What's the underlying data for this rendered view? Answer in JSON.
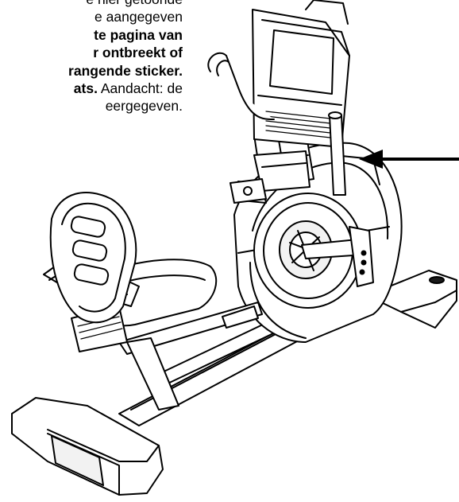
{
  "instructions": {
    "lines": [
      {
        "plain_before": "e hier getoonde",
        "bold": "",
        "plain_after": ""
      },
      {
        "plain_before": "e aangegeven",
        "bold": "",
        "plain_after": ""
      },
      {
        "plain_before": "",
        "bold": "te pagina van",
        "plain_after": ""
      },
      {
        "plain_before": "",
        "bold": "r ontbreekt of",
        "plain_after": ""
      },
      {
        "plain_before": "",
        "bold": "rangende sticker.",
        "plain_after": ""
      },
      {
        "plain_before": "",
        "bold": "ats.",
        "plain_after": " Aandacht: de"
      },
      {
        "plain_before": "eergegeven.",
        "bold": "",
        "plain_after": ""
      }
    ]
  },
  "colors": {
    "ink": "#000000",
    "paper": "#ffffff",
    "fill_light": "#f2f2f2",
    "fill_dark": "#1a1a1a"
  },
  "icons": [
    "recumbent-bike-illustration",
    "pointer-arrow-icon"
  ]
}
